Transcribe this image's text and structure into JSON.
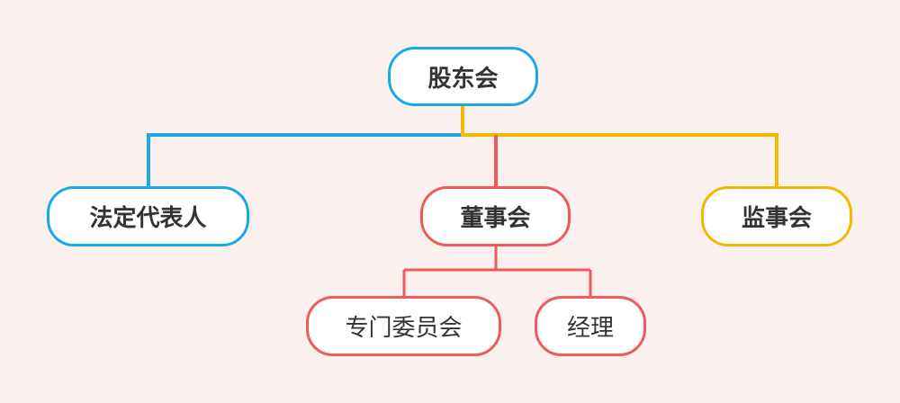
{
  "nodes": {
    "root": "股东会",
    "legal_rep": "法定代表人",
    "board": "董事会",
    "supervisory": "监事会",
    "committee": "专门委员会",
    "manager": "经理"
  },
  "colors": {
    "background": "#faf0ee",
    "blue": "#1aa9e6",
    "red": "#ef5b5b",
    "yellow": "#f5b800",
    "text": "#333333"
  }
}
